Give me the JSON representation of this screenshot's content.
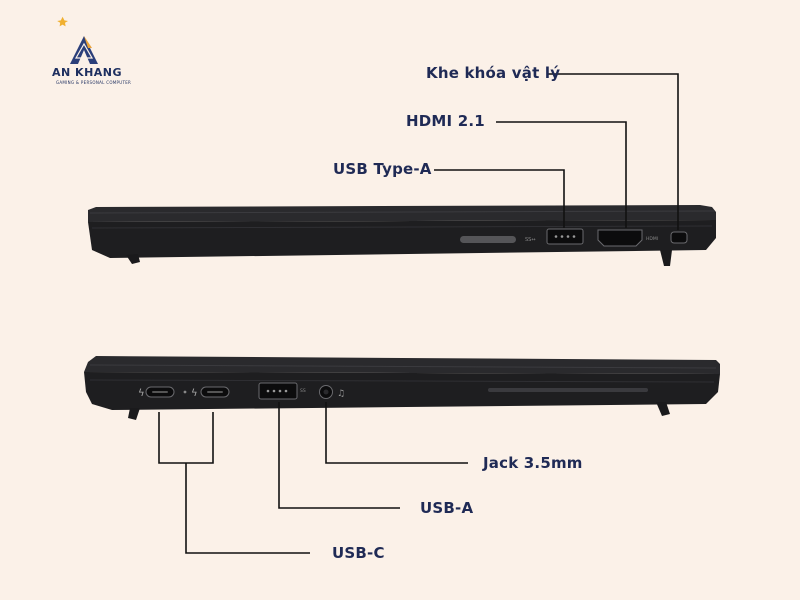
{
  "brand": {
    "name": "AN KHANG",
    "tagline": "GAMING & PERSONAL COMPUTER"
  },
  "colors": {
    "background": "#fbf1e8",
    "laptop_body": "#1e1e20",
    "leader_line": "#111111",
    "label_text": "#1f2a55"
  },
  "labels": {
    "lock_slot": "Khe khóa vật lý",
    "hdmi": "HDMI 2.1",
    "usb_type_a_right": "USB Type-A",
    "jack": "Jack 3.5mm",
    "usb_a_left": "USB-A",
    "usb_c": "USB-C"
  },
  "port_markings": {
    "usb_ss": "SS",
    "hdmi": "HDMI"
  }
}
